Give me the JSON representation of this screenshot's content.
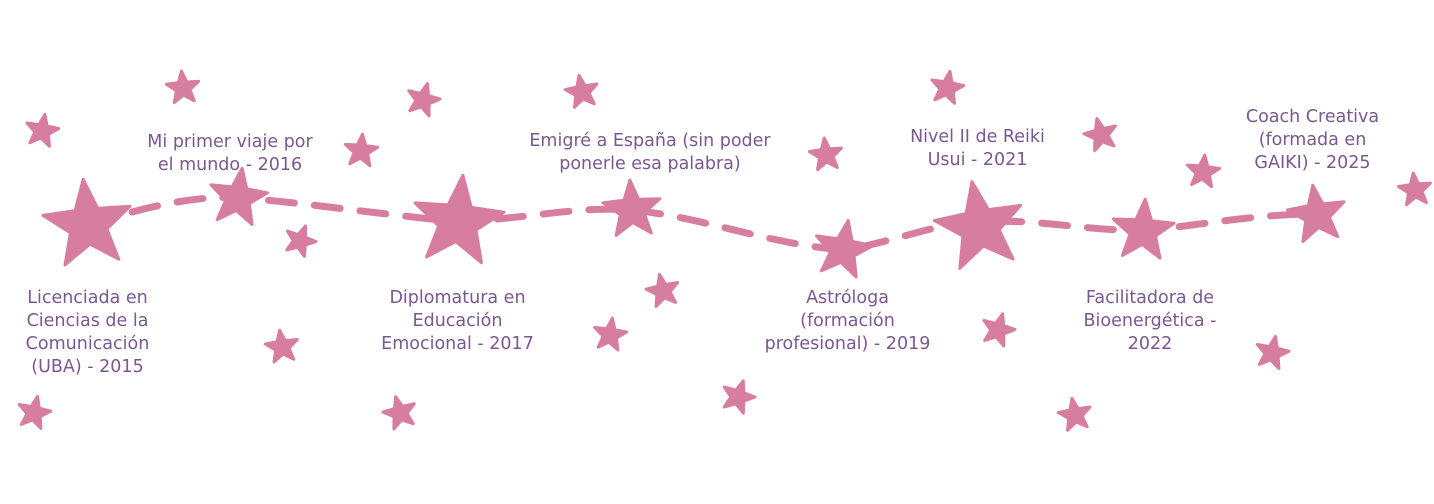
{
  "colors": {
    "star": "#d77ea0",
    "text": "#7a5890",
    "background": "#ffffff"
  },
  "milestones": [
    {
      "id": "uba-2015",
      "text": "Licenciada en\nCiencias de la\nComunicación\n(UBA) - 2015"
    },
    {
      "id": "viaje-2016",
      "text": "Mi primer viaje por\nel mundo - 2016"
    },
    {
      "id": "educacion-emocional-2017",
      "text": "Diplomatura en\nEducación\nEmocional - 2017"
    },
    {
      "id": "espana",
      "text": "Emigré a España (sin poder\nponerle esa palabra)"
    },
    {
      "id": "astrologa-2019",
      "text": "Astróloga\n(formación\nprofesional) - 2019"
    },
    {
      "id": "reiki-2021",
      "text": "Nivel II de Reiki\nUsui - 2021"
    },
    {
      "id": "bioenergetica-2022",
      "text": "Facilitadora de\nBioenergética -\n2022"
    },
    {
      "id": "coach-2025",
      "text": "Coach Creativa\n(formada en\nGAIKI) - 2025"
    }
  ]
}
